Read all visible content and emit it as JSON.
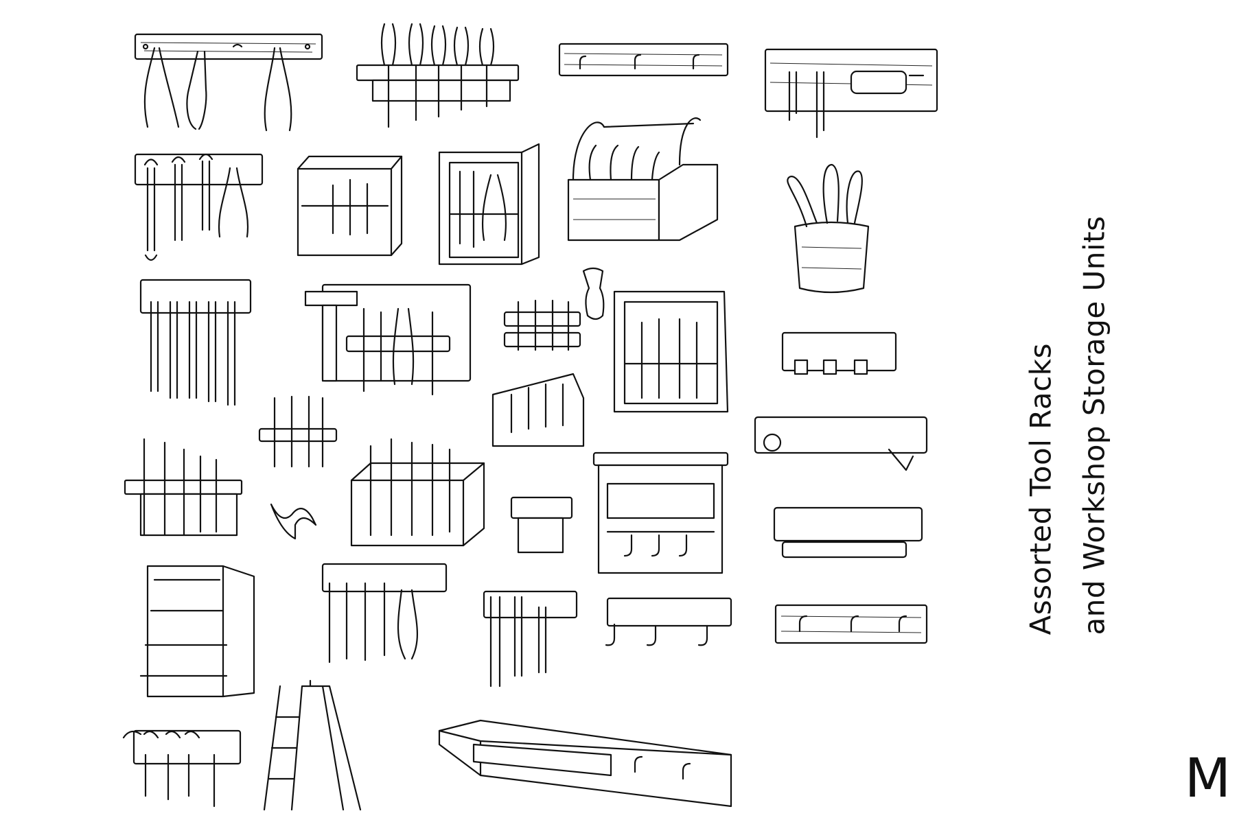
{
  "title": {
    "line1": "Assorted Tool Racks",
    "line2": "and Workshop Storage Units"
  },
  "brand": "M",
  "colors": {
    "ink": "#111111",
    "background": "#ffffff"
  },
  "illustrations": [
    "pliers-hook-rack",
    "screwdriver-wall-rack",
    "triple-hook-board",
    "roll-holder-rack",
    "wrench-pliers-board",
    "screwdriver-cubby",
    "tool-cabinet",
    "wooden-toolbox",
    "tool-cup",
    "wrench-rail",
    "pegboard-hammer",
    "small-screwdriver-stand",
    "file-handle",
    "screwdriver-cabinet",
    "peg-rack",
    "mini-screwdriver-rack",
    "screwdriver-bin",
    "screwdriver-shelf",
    "clamp",
    "screwdriver-crate",
    "bracket-rack",
    "hook-shelf",
    "wall-bar",
    "level-rack",
    "step-shelf",
    "wrench-plier-rail",
    "wrench-board",
    "three-hook-rail",
    "three-hook-board-2",
    "hook-tool-rack",
    "step-ladder",
    "long-shelf-board"
  ]
}
